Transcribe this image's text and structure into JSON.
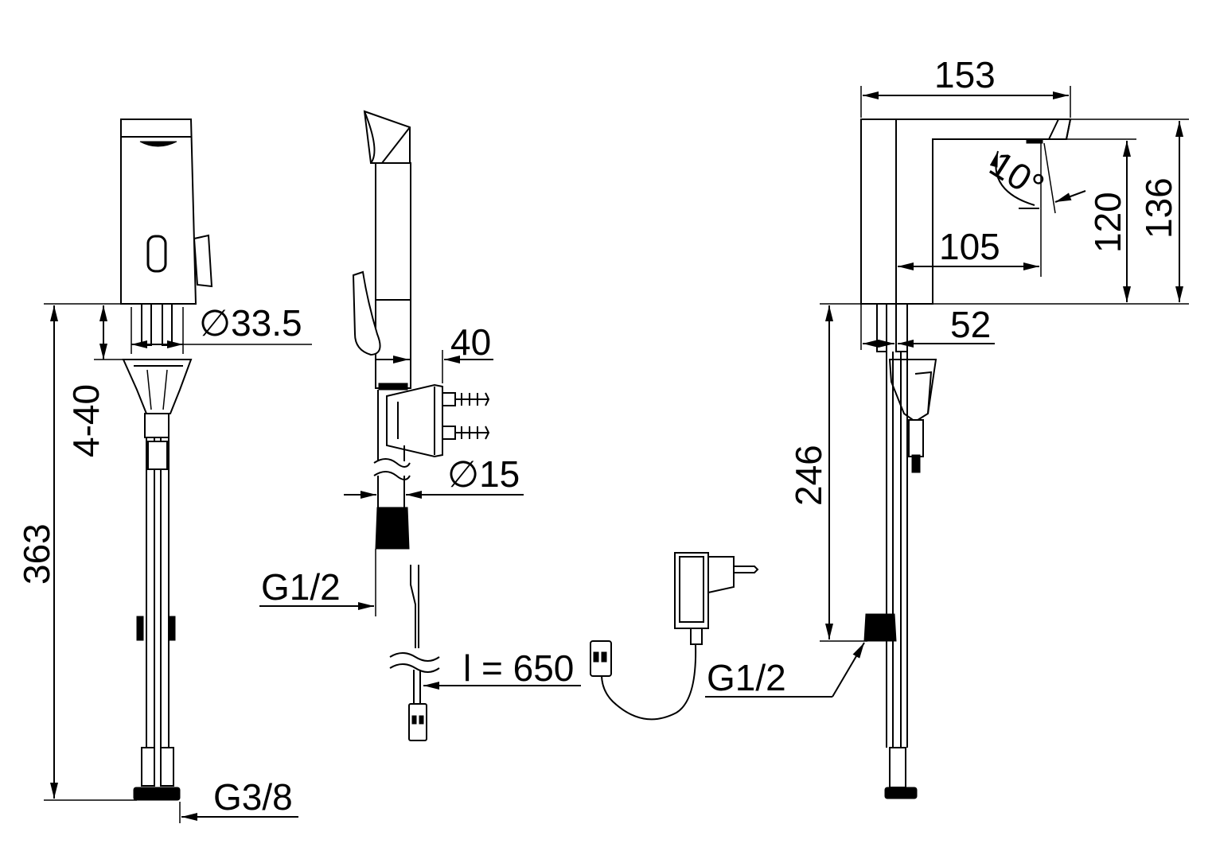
{
  "labels": {
    "dia_sensor": "∅33.5",
    "range_4_40": "4-40",
    "height_363": "363",
    "g38": "G3/8",
    "width_40": "40",
    "dia_15": "∅15",
    "g12_left": "G1/2",
    "cable_length": "l = 650",
    "g12_right": "G1/2",
    "width_153": "153",
    "angle_10": "10°",
    "height_120": "120",
    "height_136": "136",
    "reach_105": "105",
    "width_52": "52",
    "height_246": "246"
  },
  "colors": {
    "line": "#000000",
    "background": "#ffffff"
  }
}
